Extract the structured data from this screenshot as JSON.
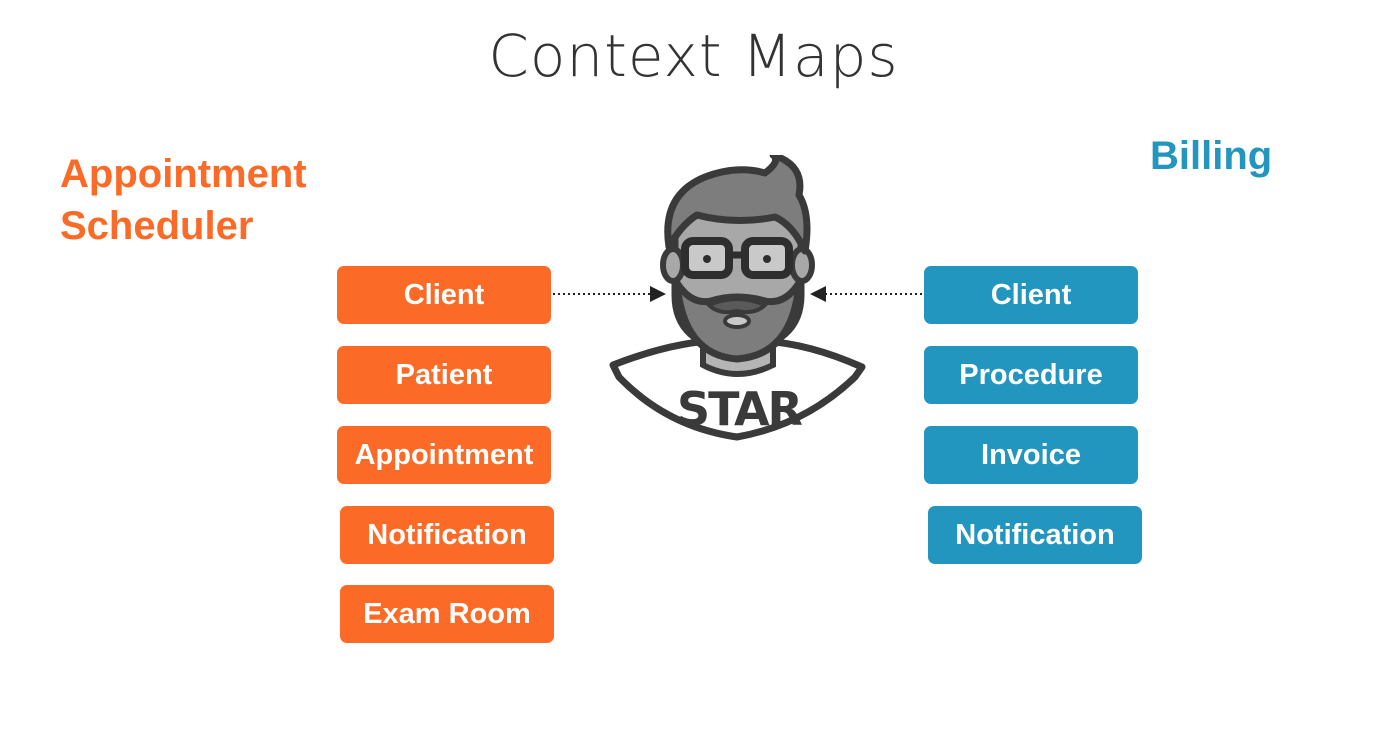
{
  "title": "Context Maps",
  "colors": {
    "scheduler": "#fb6a26",
    "billing": "#2396c0",
    "figure_outline": "#3a3a3a",
    "figure_fill": "#8a8a8a"
  },
  "scheduler": {
    "title_line1": "Appointment",
    "title_line2": "Scheduler",
    "items": [
      "Client",
      "Patient",
      "Appointment",
      "Notification",
      "Exam Room"
    ]
  },
  "billing": {
    "title": "Billing",
    "items": [
      "Client",
      "Procedure",
      "Invoice",
      "Notification"
    ]
  },
  "figure": {
    "icon": "bearded-man-with-glasses-icon",
    "shirt_text": "STAR"
  }
}
